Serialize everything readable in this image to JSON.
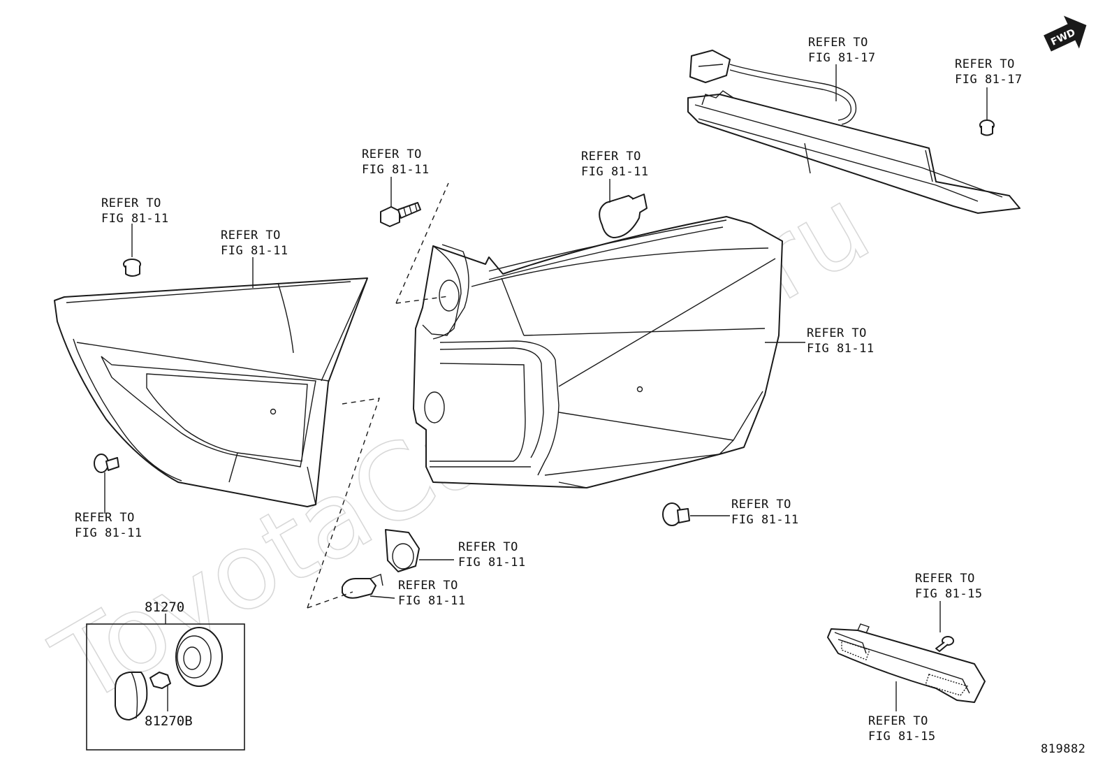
{
  "watermark": "ToyotaCarMine.ru",
  "fwd_label": "FWD",
  "figure_id": "819882",
  "parts": {
    "assembly_no": "81270",
    "sub_no": "81270B"
  },
  "callouts": {
    "nut_left": [
      "REFER TO",
      "FIG 81-11"
    ],
    "garnish_left": [
      "REFER TO",
      "FIG 81-11"
    ],
    "screw_top": [
      "REFER TO",
      "FIG 81-11"
    ],
    "bulb_top": [
      "REFER TO",
      "FIG 81-11"
    ],
    "lamp_right": [
      "REFER TO",
      "FIG 81-11"
    ],
    "clip_left": [
      "REFER TO",
      "FIG 81-11"
    ],
    "socket": [
      "REFER TO",
      "FIG 81-11"
    ],
    "bulb_small": [
      "REFER TO",
      "FIG 81-11"
    ],
    "clip_right": [
      "REFER TO",
      "FIG 81-11"
    ],
    "stop_lamp": [
      "REFER TO",
      "FIG 81-17"
    ],
    "nut_top_right": [
      "REFER TO",
      "FIG 81-17"
    ],
    "screw_reflex": [
      "REFER TO",
      "FIG 81-15"
    ],
    "reflector": [
      "REFER TO",
      "FIG 81-15"
    ]
  }
}
